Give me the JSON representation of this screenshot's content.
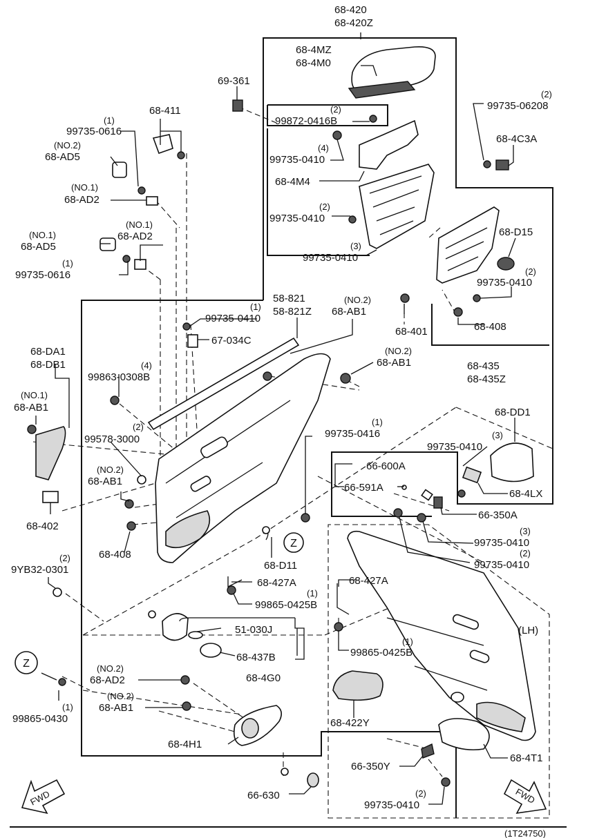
{
  "diagram": {
    "title_ref": "(1T24750)",
    "parts": {
      "p68_420": [
        "68-420",
        "68-420Z"
      ],
      "p68_4MZ": [
        "68-4MZ",
        "68-4M0"
      ],
      "p69_361": "69-361",
      "p68_411": "68-411",
      "p99735_0616_a": {
        "code": "99735-0616",
        "qty": "(1)"
      },
      "p68_AD5_a": {
        "code": "68-AD5",
        "qty": "(NO.2)"
      },
      "p68_AD2_a": {
        "code": "68-AD2",
        "qty": "(NO.1)"
      },
      "p99872_0416B": {
        "code": "99872-0416B",
        "qty": "(2)"
      },
      "p99735_0410_a": {
        "code": "99735-0410",
        "qty": "(4)"
      },
      "p68_4M4": "68-4M4",
      "p99735_06208": {
        "code": "99735-06208",
        "qty": "(2)"
      },
      "p68_4C3A": "68-4C3A",
      "p99735_0410_b": {
        "code": "99735-0410",
        "qty": "(2)"
      },
      "p68_D15": "68-D15",
      "p99735_0410_c": {
        "code": "99735-0410",
        "qty": "(3)"
      },
      "p99735_0410_d": {
        "code": "99735-0410",
        "qty": "(2)"
      },
      "p68_AD5_b": {
        "code": "68-AD5",
        "qty": "(NO.1)"
      },
      "p68_AD2_b": {
        "code": "68-AD2",
        "qty": "(NO.1)"
      },
      "p99735_0616_b": {
        "code": "99735-0616",
        "qty": "(1)"
      },
      "p68_408_a": "68-408",
      "p99735_0410_e": {
        "code": "99735-0410",
        "qty": "(1)"
      },
      "p58_821": [
        "58-821",
        "58-821Z"
      ],
      "p68_AB1_a": {
        "code": "68-AB1",
        "qty": "(NO.2)"
      },
      "p68_401": "68-401",
      "p67_034C": "67-034C",
      "p68_DA1": [
        "68-DA1",
        "68-DB1"
      ],
      "p99863_0308B": {
        "code": "99863-0308B",
        "qty": "(4)"
      },
      "p68_AB1_b": {
        "code": "68-AB1",
        "qty": "(NO.2)"
      },
      "p68_435": [
        "68-435",
        "68-435Z"
      ],
      "p68_AB1_c": {
        "code": "68-AB1",
        "qty": "(NO.1)"
      },
      "p99578_3000": {
        "code": "99578-3000",
        "qty": "(2)"
      },
      "p99735_0416": {
        "code": "99735-0416",
        "qty": "(1)"
      },
      "p68_DD1": "68-DD1",
      "p99735_0410_f": {
        "code": "99735-0410",
        "qty": "(3)"
      },
      "p68_AB1_d": {
        "code": "68-AB1",
        "qty": "(NO.2)"
      },
      "p66_600A": "66-600A",
      "p66_591A": "66-591A",
      "p68_4LX": "68-4LX",
      "p68_402": "68-402",
      "p66_350A": "66-350A",
      "p99735_0410_g": {
        "code": "99735-0410",
        "qty": "(3)"
      },
      "p99735_0410_h": {
        "code": "99735-0410",
        "qty": "(2)"
      },
      "p68_408_b": "68-408",
      "p68_D11": "68-D11",
      "p9YB32_0301": {
        "code": "9YB32-0301",
        "qty": "(2)"
      },
      "p68_427A_a": "68-427A",
      "p68_427A_b": "68-427A",
      "p99865_0425B_a": {
        "code": "99865-0425B",
        "qty": "(1)"
      },
      "p99865_0425B_b": {
        "code": "99865-0425B",
        "qty": "(1)"
      },
      "p51_030J": "51-030J",
      "p68_437B": "68-437B",
      "p68_4G0": "68-4G0",
      "p68_AD2_c": {
        "code": "68-AD2",
        "qty": "(NO.2)"
      },
      "p68_AB1_e": {
        "code": "68-AB1",
        "qty": "(NO.2)"
      },
      "p99865_0430": {
        "code": "99865-0430",
        "qty": "(1)"
      },
      "p68_4H1": "68-4H1",
      "p68_422Y": "68-422Y",
      "p66_350Y": "66-350Y",
      "p68_4T1": "68-4T1",
      "p99735_0410_i": {
        "code": "99735-0410",
        "qty": "(2)"
      },
      "p66_630": "66-630"
    },
    "markers": {
      "z_ref_a": "Z",
      "z_ref_b": "Z",
      "side": "(LH)",
      "fwd_a": "FWD",
      "fwd_b": "FWD"
    }
  }
}
